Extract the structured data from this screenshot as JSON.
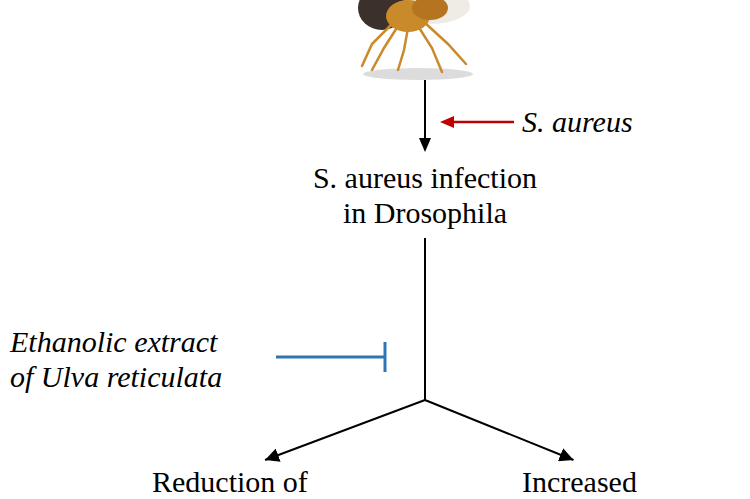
{
  "diagram": {
    "nodes": [
      {
        "text": [
          "S. aureus infection in Drosophila"
        ]
      },
      {
        "text": [
          "Reduction of"
        ]
      },
      {
        "text": [
          "Increased"
        ]
      }
    ],
    "edges": [
      {
        "from": 0,
        "to": 1,
        "arrow": "to"
      },
      {
        "from": 0,
        "to": 2,
        "arrow": "to"
      }
    ],
    "labels": [
      "S. aureus",
      "Ethanolic extract of Ulva reticulata"
    ]
  }
}
